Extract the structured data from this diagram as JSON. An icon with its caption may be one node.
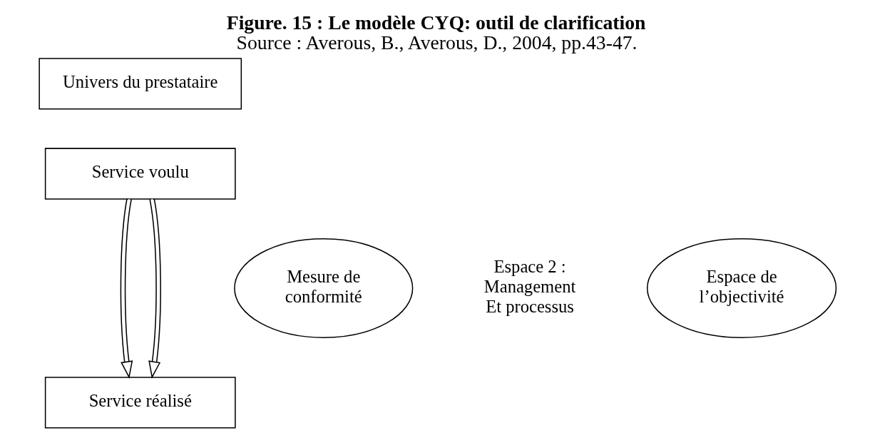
{
  "diagram": {
    "title": "Figure. 15 : Le modèle CYQ: outil de clarification",
    "caption": "Source : Averous, B., Averous, D., 2004, pp.43-47.",
    "nodes": [
      {
        "text": [
          "Univers du prestataire"
        ]
      },
      {
        "text": [
          "Service voulu"
        ]
      },
      {
        "text": [
          "Service réalisé"
        ]
      },
      {
        "text": [
          "Mesure de conformité"
        ]
      },
      {
        "text": [
          "Espace de l’objectivité"
        ]
      }
    ],
    "edges": [
      {
        "from": 1,
        "to": 2,
        "arrow": "to"
      },
      {
        "from": 1,
        "to": 2,
        "arrow": "to"
      }
    ],
    "labels": [
      "Espace 2 : Management Et processus"
    ]
  }
}
